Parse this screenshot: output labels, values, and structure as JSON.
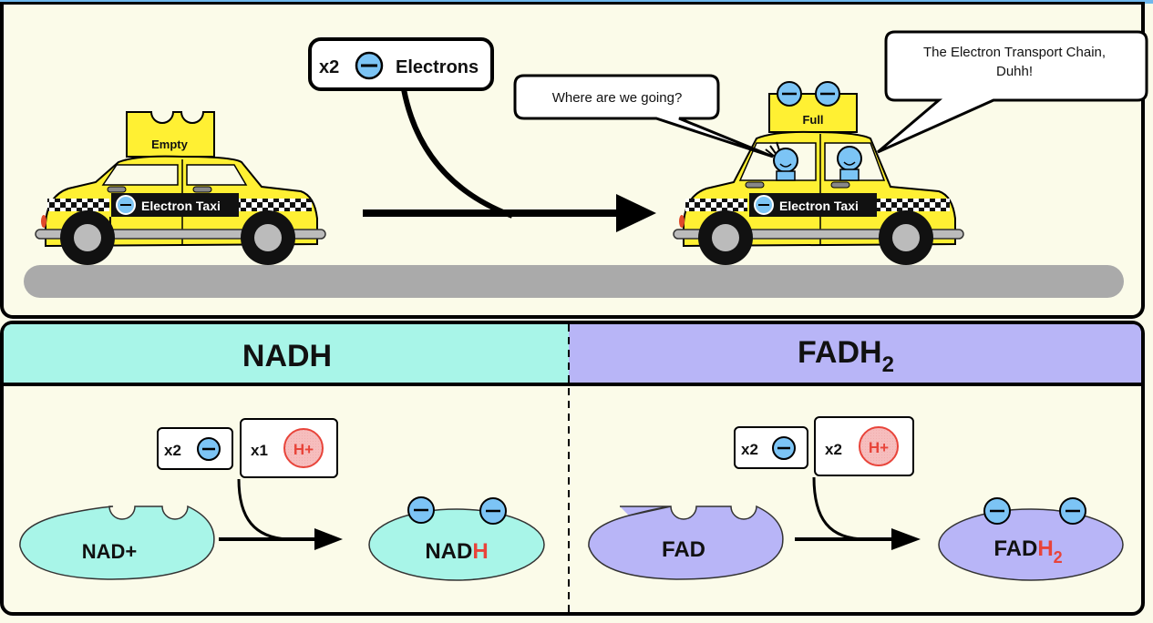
{
  "colors": {
    "background": "#fbfbe9",
    "taxi_yellow": "#fff033",
    "electron_blue": "#7cc4f5",
    "proton_red": "#f08585",
    "proton_text": "#e8443a",
    "nadh_teal": "#a8f5e8",
    "fadh_purple": "#b8b5f7",
    "road_gray": "#aaaaaa",
    "top_band": "#6fb8ee"
  },
  "top_scene": {
    "electron_bubble": {
      "count": "x2",
      "icon": "electron-minus-icon",
      "label": "Electrons"
    },
    "taxi_empty": {
      "roof_sign": "Empty",
      "door_label": "Electron Taxi",
      "icon": "electron-minus-icon"
    },
    "taxi_full": {
      "roof_sign": "Full",
      "door_label": "Electron Taxi",
      "icon": "electron-minus-icon",
      "roof_electrons": 2
    },
    "speech_left": "Where are we going?",
    "speech_right_line1": "The Electron Transport Chain,",
    "speech_right_line2": "Duhh!"
  },
  "nadh_section": {
    "title": "NADH",
    "electron_box": {
      "count": "x2",
      "icon": "electron-minus-icon"
    },
    "proton_box": {
      "count": "x1",
      "proton_label": "H+"
    },
    "reactant": "NAD+",
    "product_base": "NAD",
    "product_added": "H",
    "product_subscript": ""
  },
  "fadh_section": {
    "title_base": "FADH",
    "title_subscript": "2",
    "electron_box": {
      "count": "x2",
      "icon": "electron-minus-icon"
    },
    "proton_box": {
      "count": "x2",
      "proton_label": "H+"
    },
    "reactant": "FAD",
    "product_base": "FAD",
    "product_added": "H",
    "product_subscript": "2"
  }
}
